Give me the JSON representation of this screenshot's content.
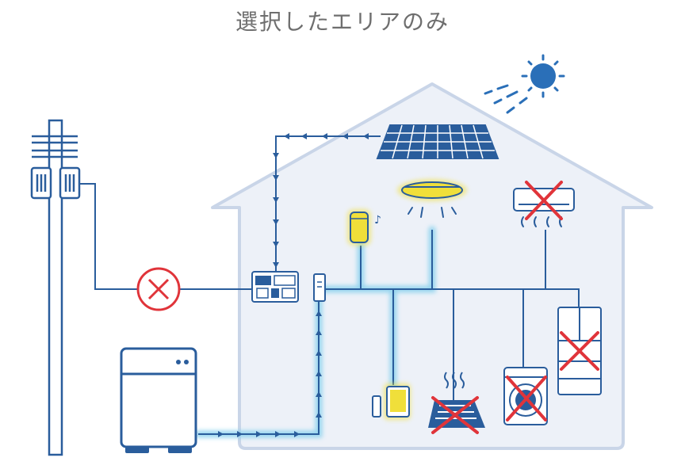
{
  "title": "選択したエリアのみ",
  "colors": {
    "line": "#2a5d9c",
    "glow": "#8fd3ee",
    "house_fill": "#edf1f8",
    "house_outline": "#c9d5e8",
    "highlight": "#f0df3a",
    "sun": "#2a6fb8",
    "cross": "#e0343a"
  },
  "circuit_states": {
    "solar_panel": "active",
    "speaker": "active",
    "ceiling_light": "active",
    "tablet": "active",
    "air_conditioner": "off",
    "floor_heater": "off",
    "washing_machine": "off",
    "refrigerator": "off",
    "grid_connection": "off"
  }
}
